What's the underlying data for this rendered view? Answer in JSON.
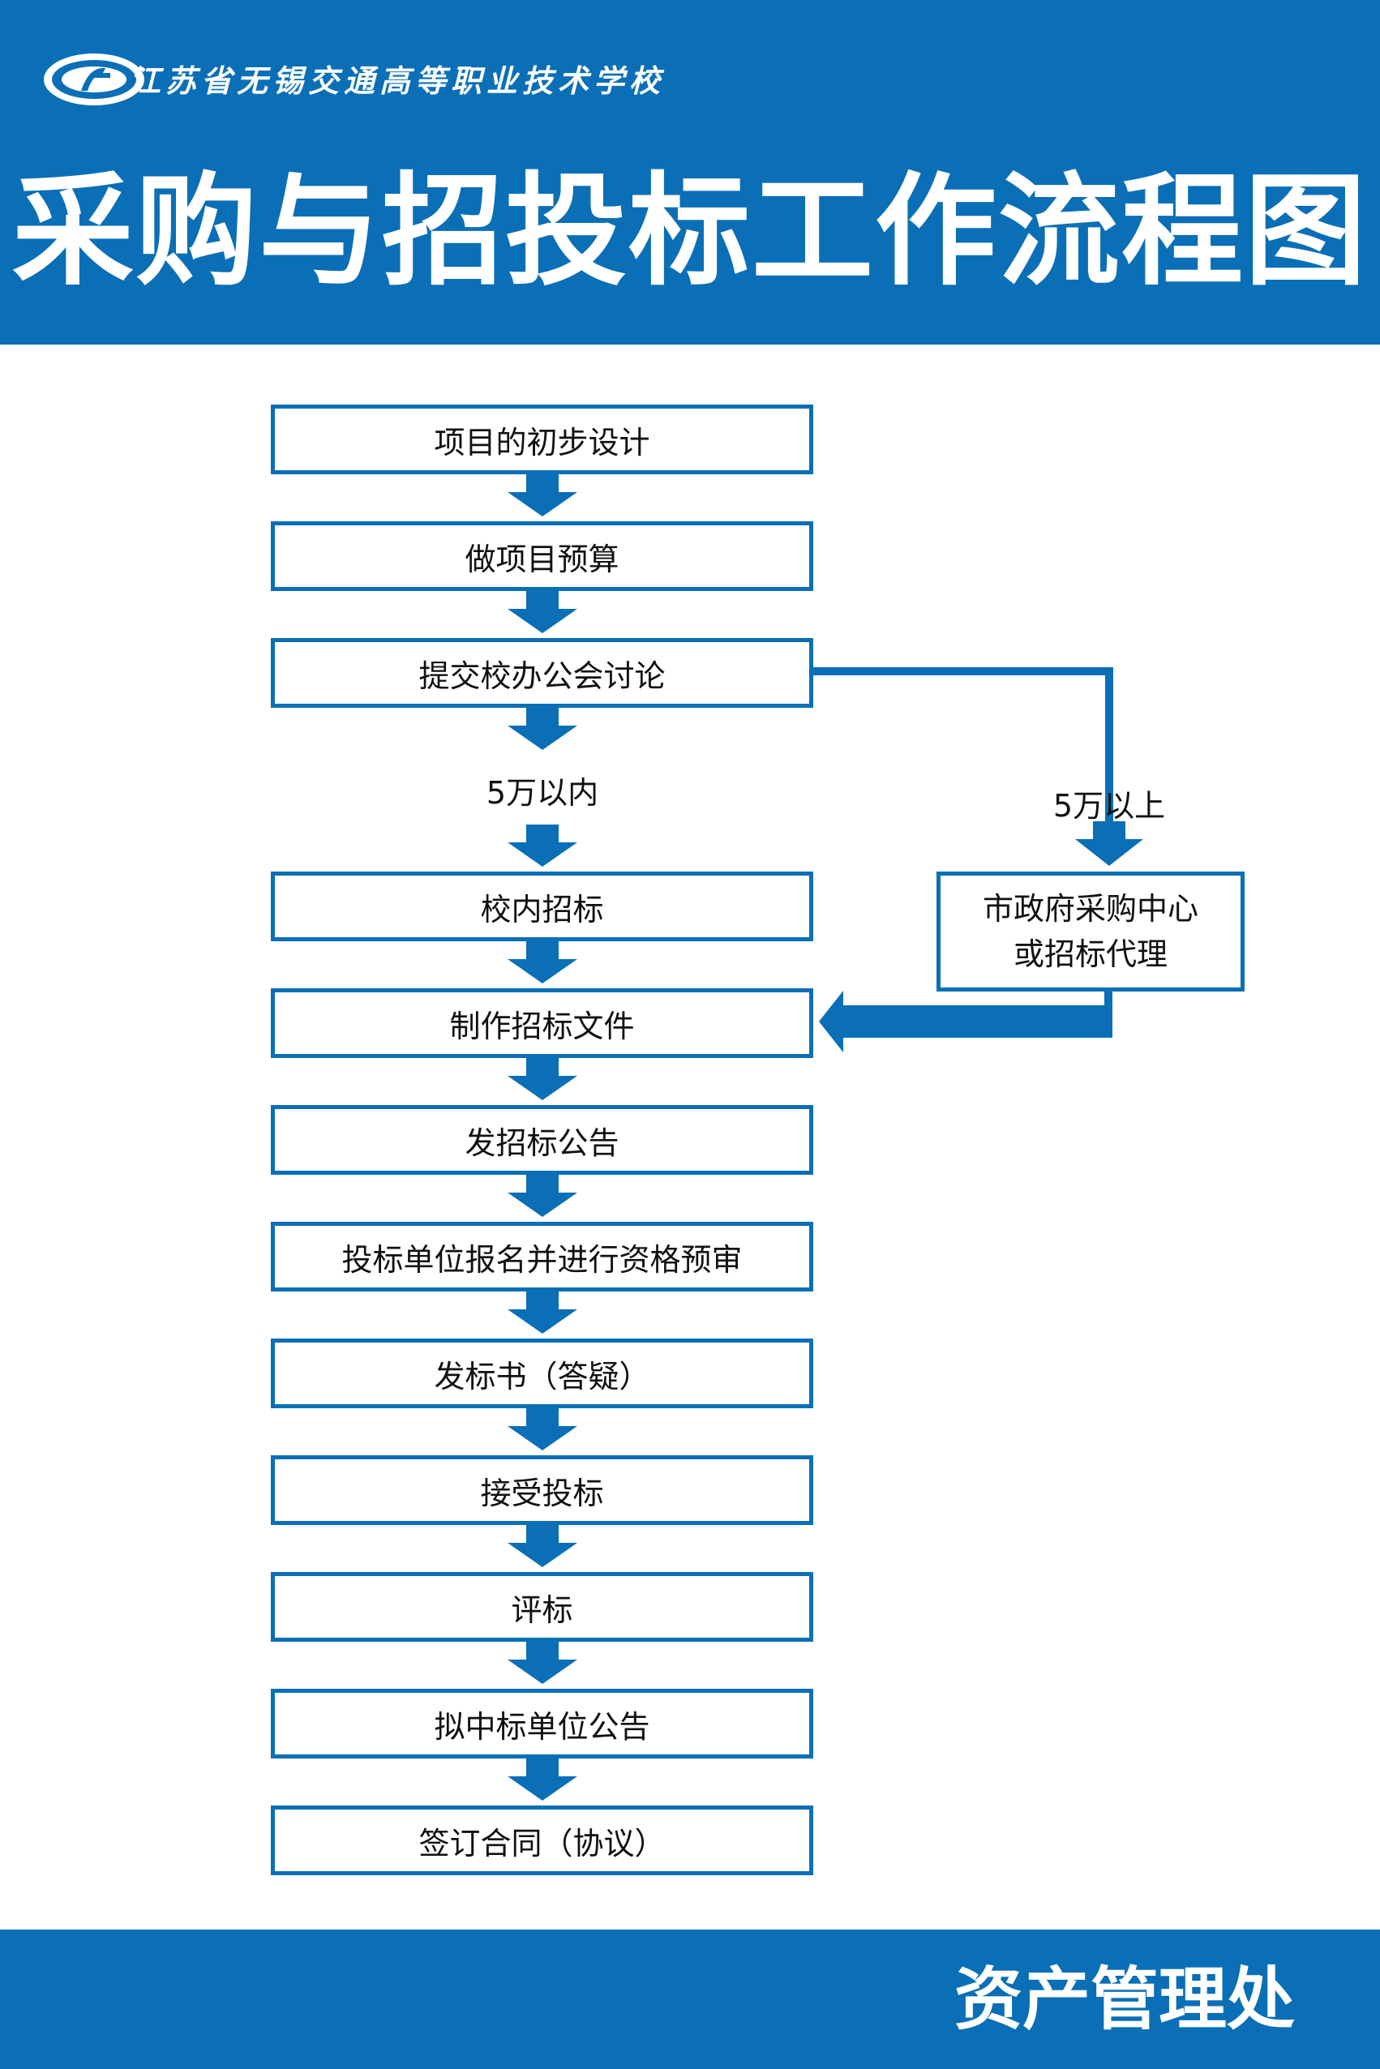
{
  "header": {
    "school_name": "江苏省无锡交通高等职业技术学校",
    "title": "采购与招投标工作流程图"
  },
  "logo": {
    "icon": "school-emblem-icon",
    "color": "#0a6fb6"
  },
  "flowchart": {
    "steps": [
      "项目的初步设计",
      "做项目预算",
      "提交校办公会讨论",
      "校内招标",
      "制作招标文件",
      "发招标公告",
      "投标单位报名并进行资格预审",
      "发标书（答疑）",
      "接受投标",
      "评标",
      "拟中标单位公告",
      "签订合同（协议）"
    ],
    "branch_within_label": "5万以内",
    "branch_above_label": "5万以上",
    "side_box_line1": "市政府采购中心",
    "side_box_line2": "或招标代理"
  },
  "footer": {
    "department": "资产管理处"
  },
  "colors": {
    "accent": "#0a6fb6",
    "background": "#ffffff",
    "text": "#111111"
  }
}
